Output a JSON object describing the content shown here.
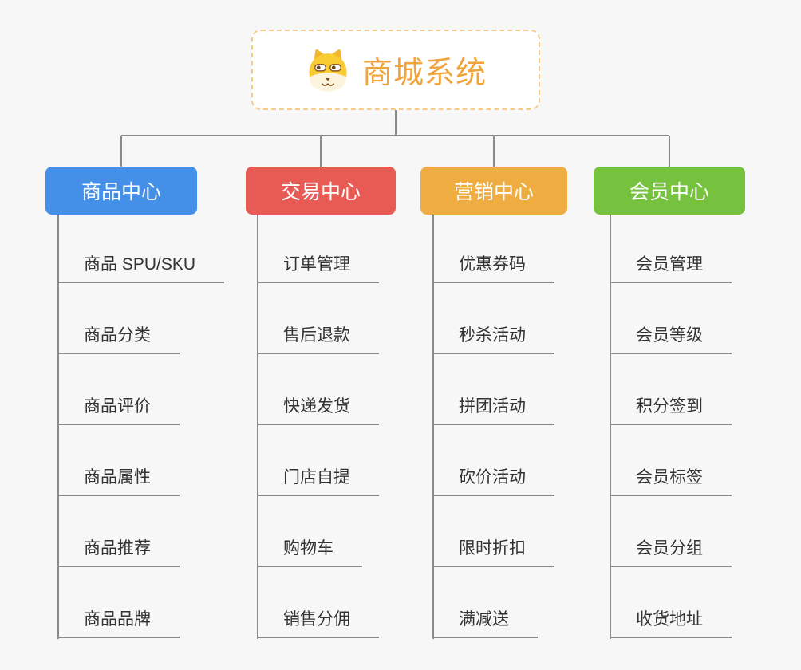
{
  "diagram_title": "商城系统",
  "background_color": "#F7F7F7",
  "connector_color": "#8A8A8A",
  "root": {
    "title": "商城系统",
    "icon": "dog-face-icon",
    "text_color": "#F0A43C",
    "border_color": "#F6CB8A",
    "background": "#FFFFFF"
  },
  "branches": [
    {
      "label": "商品中心",
      "color": "#4490E8",
      "items": [
        "商品 SPU/SKU",
        "商品分类",
        "商品评价",
        "商品属性",
        "商品推荐",
        "商品品牌"
      ]
    },
    {
      "label": "交易中心",
      "color": "#E85B55",
      "items": [
        "订单管理",
        "售后退款",
        "快递发货",
        "门店自提",
        "购物车",
        "销售分佣"
      ]
    },
    {
      "label": "营销中心",
      "color": "#EFAC40",
      "items": [
        "优惠券码",
        "秒杀活动",
        "拼团活动",
        "砍价活动",
        "限时折扣",
        "满减送"
      ]
    },
    {
      "label": "会员中心",
      "color": "#76C23E",
      "items": [
        "会员管理",
        "会员等级",
        "积分签到",
        "会员标签",
        "会员分组",
        "收货地址"
      ]
    }
  ]
}
